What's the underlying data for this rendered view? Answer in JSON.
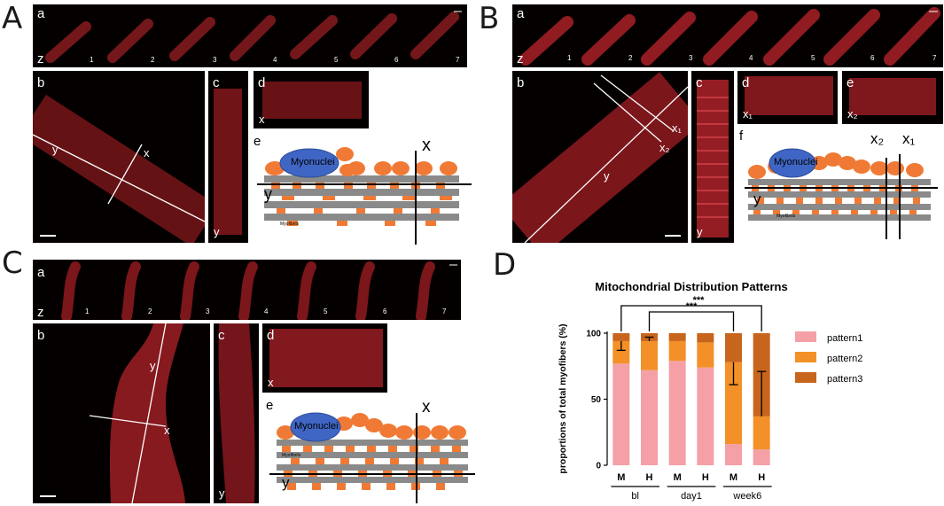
{
  "panels": {
    "A": {
      "letter": "A",
      "row_letter": "a",
      "z_label": "z",
      "frames": [
        "1",
        "2",
        "3",
        "4",
        "5",
        "6",
        "7"
      ],
      "b": {
        "letter": "b",
        "x": "x",
        "y": "y"
      },
      "c": {
        "letter": "c",
        "y": "y"
      },
      "d": {
        "letter": "d",
        "x": "x"
      },
      "e": {
        "letter": "e",
        "myonuclei": "Myonuclei",
        "myofibrils": "Myofibrils",
        "x": "x",
        "y": "y"
      }
    },
    "B": {
      "letter": "B",
      "row_letter": "a",
      "z_label": "z",
      "frames": [
        "1",
        "2",
        "3",
        "4",
        "5",
        "6",
        "7"
      ],
      "b": {
        "letter": "b",
        "x1": "x₁",
        "x2": "x₂",
        "y": "y"
      },
      "c": {
        "letter": "c",
        "y": "y"
      },
      "d": {
        "letter": "d",
        "x1": "x₁"
      },
      "e": {
        "letter": "e",
        "x2": "x₂"
      },
      "f": {
        "letter": "f",
        "myonuclei": "Myonuclei",
        "myofibrils": "Myofibrils",
        "x1": "x₁",
        "x2": "x₂",
        "y": "y"
      }
    },
    "C": {
      "letter": "C",
      "row_letter": "a",
      "z_label": "z",
      "frames": [
        "1",
        "2",
        "3",
        "4",
        "5",
        "6",
        "7"
      ],
      "b": {
        "letter": "b",
        "x": "x",
        "y": "y"
      },
      "c": {
        "letter": "c",
        "y": "y"
      },
      "d": {
        "letter": "d",
        "x": "x"
      },
      "e": {
        "letter": "e",
        "myonuclei": "Myonuclei",
        "myofibrils": "Myofibrils",
        "x": "x",
        "y": "y"
      }
    },
    "D": {
      "letter": "D"
    }
  },
  "colors": {
    "pattern1": "#f4a0a6",
    "pattern2": "#f39028",
    "pattern3": "#c8651c",
    "nucleus": "#3f66c4",
    "mito": "#f07a35",
    "fibril": "#8a8a8a"
  },
  "chart_data": {
    "type": "bar",
    "stacked": true,
    "title": "Mitochondrial Distribution Patterns",
    "ylabel": "proportions of total myofibers (%)",
    "ylim": [
      0,
      100
    ],
    "yticks": [
      "0",
      "50",
      "100"
    ],
    "categories": [
      "M",
      "H",
      "M",
      "H",
      "M",
      "H"
    ],
    "groups": [
      {
        "label": "bl",
        "members": [
          0,
          1
        ]
      },
      {
        "label": "day1",
        "members": [
          2,
          3
        ]
      },
      {
        "label": "week6",
        "members": [
          4,
          5
        ]
      }
    ],
    "series": [
      {
        "name": "pattern1",
        "values": [
          77,
          72,
          79,
          74,
          16,
          12
        ]
      },
      {
        "name": "pattern2",
        "values": [
          17,
          22,
          15,
          19,
          62,
          25
        ]
      },
      {
        "name": "pattern3",
        "values": [
          6,
          6,
          6,
          7,
          22,
          63
        ]
      }
    ],
    "error_bars": [
      {
        "category": 0,
        "at": 94,
        "low": 87
      },
      {
        "category": 1,
        "at": 94,
        "low": 97
      },
      {
        "category": 4,
        "at": 78,
        "low": 61
      },
      {
        "category": 5,
        "at": 37,
        "low": 71
      }
    ],
    "significance": [
      {
        "from": 1,
        "to": 4,
        "label": "***"
      },
      {
        "from": 0,
        "to": 5,
        "label": "***"
      }
    ],
    "legend_position": "right"
  }
}
